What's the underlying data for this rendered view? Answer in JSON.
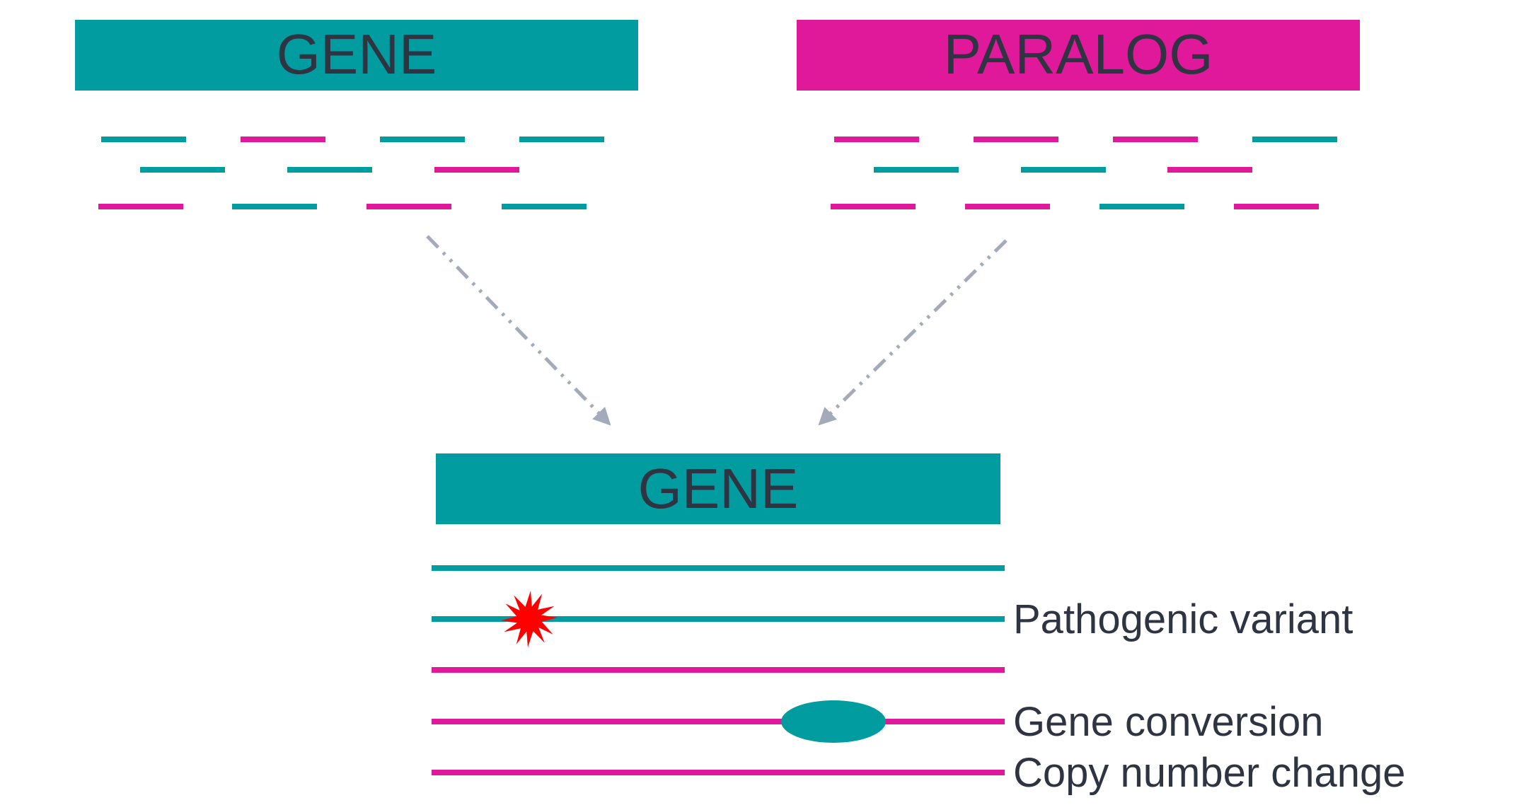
{
  "colors": {
    "gene": "#009ca0",
    "paralog": "#e0189a",
    "arrow": "#a3abbb",
    "variant": "#ff0000",
    "text": "#2e3441"
  },
  "boxes": {
    "gene_top": {
      "label": "GENE"
    },
    "paralog_top": {
      "label": "PARALOG"
    },
    "gene_bottom": {
      "label": "GENE"
    }
  },
  "reads": {
    "gene_group": [
      [
        "gene",
        "paralog",
        "gene",
        "gene"
      ],
      [
        "gene",
        "gene",
        "paralog"
      ],
      [
        "paralog",
        "gene",
        "paralog",
        "gene"
      ]
    ],
    "paralog_group": [
      [
        "paralog",
        "paralog",
        "paralog",
        "gene"
      ],
      [
        "gene",
        "gene",
        "paralog"
      ],
      [
        "paralog",
        "paralog",
        "gene",
        "paralog"
      ]
    ]
  },
  "tracks": [
    {
      "color": "gene",
      "label": "",
      "marker": "none"
    },
    {
      "color": "gene",
      "label": "Pathogenic variant",
      "marker": "variant-star"
    },
    {
      "color": "paralog",
      "label": "",
      "marker": "none"
    },
    {
      "color": "paralog",
      "label": "Gene conversion",
      "marker": "conversion-ellipse"
    },
    {
      "color": "paralog",
      "label": "Copy number change",
      "marker": "none"
    }
  ]
}
